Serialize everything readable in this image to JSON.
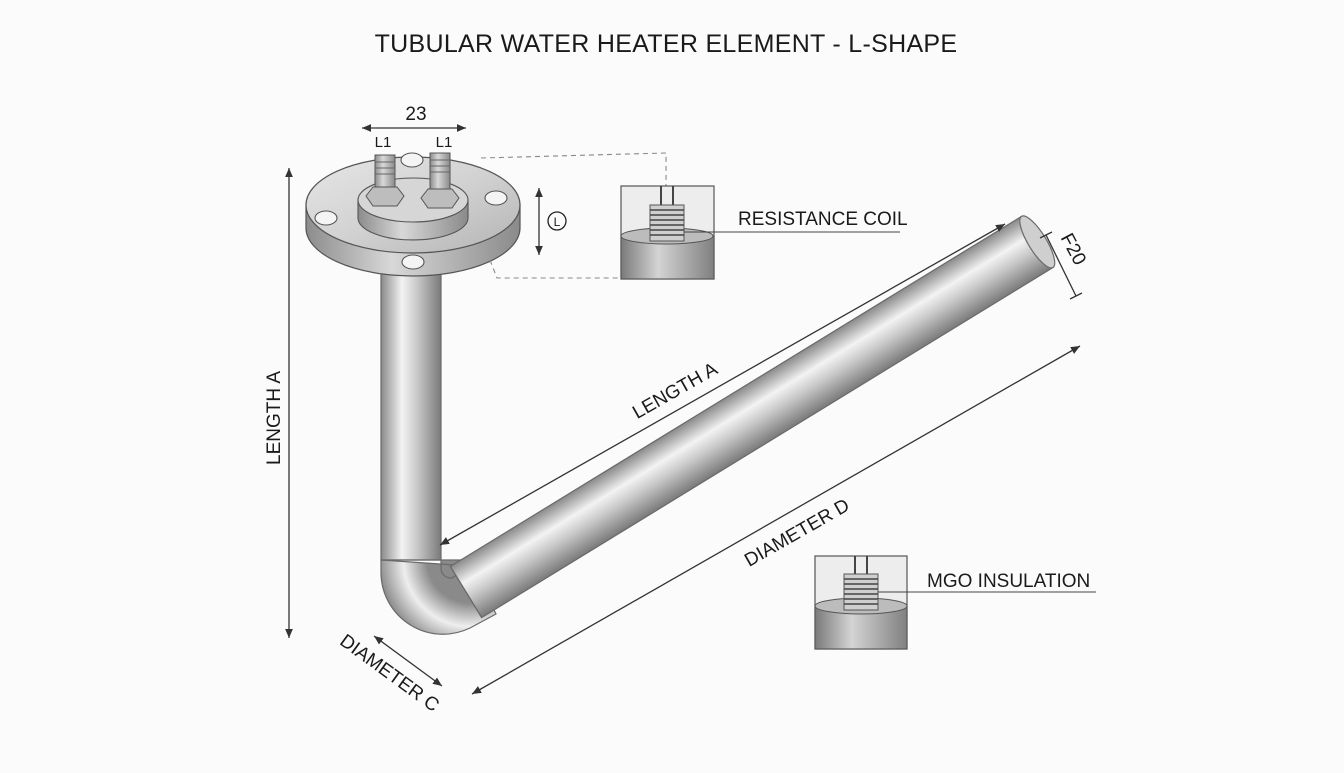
{
  "title": "TUBULAR WATER HEATER ELEMENT - L-SHAPE",
  "dimensions": {
    "top_width": "23",
    "terminal_left": "L1",
    "terminal_right": "L1",
    "flange_thickness": "L",
    "tube_end_diameter": "F20",
    "vertical_length": "LENGTH A",
    "horizontal_length": "LENGTH A",
    "diameter_d": "DIAMETER D",
    "diameter_c": "DIAMETER C"
  },
  "callouts": {
    "resistance_coil": "RESISTANCE COIL",
    "mgo_insulation": "MGO INSULATION"
  },
  "colors": {
    "steel_light": "#f2f2f2",
    "steel_mid": "#c4c4c4",
    "steel_dark": "#7d7d7d",
    "line": "#333333"
  }
}
